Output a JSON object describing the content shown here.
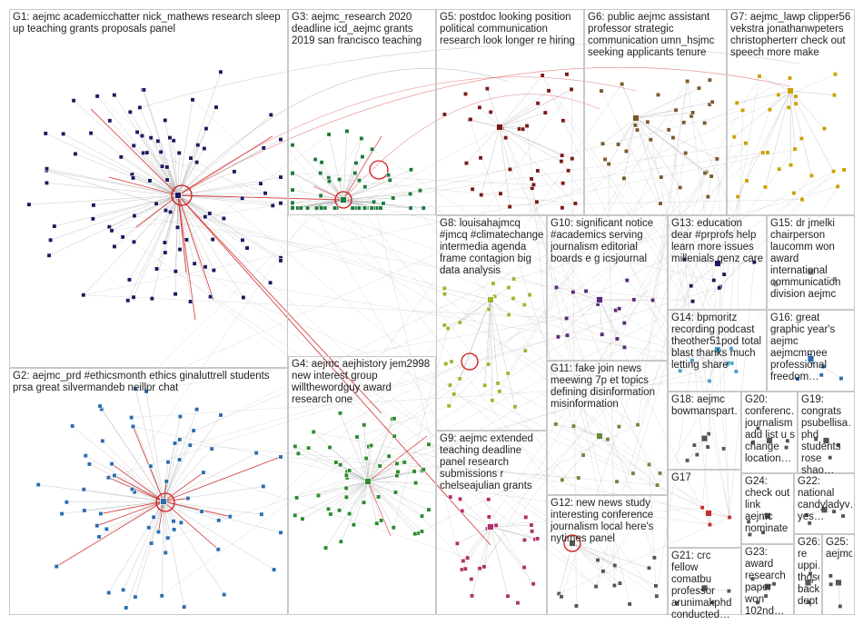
{
  "title": "",
  "groups": [
    {
      "id": "G1",
      "label": "G1: aejmc academicchatter nick_mathews research sleep up teaching grants proposals panel",
      "color": "#1a1a5e"
    },
    {
      "id": "G2",
      "label": "G2: aejmc_prd #ethicsmonth ethics ginaluttrell students prsa great silvermandeb neillpr chat",
      "color": "#2a6db0"
    },
    {
      "id": "G3",
      "label": "G3: aejmc_research 2020 deadline icd_aejmc grants 2019 san francisco teaching",
      "color": "#1e7a3a"
    },
    {
      "id": "G4",
      "label": "G4: aejmc aejhistory jem2998 new interest group willthewordguy award research one",
      "color": "#2e8b2e"
    },
    {
      "id": "G5",
      "label": "G5: postdoc looking position political communication research look longer re hiring",
      "color": "#7a1a1a"
    },
    {
      "id": "G6",
      "label": "G6: public aejmc assistant professor strategic communication umn_hsjmc seeking applicants tenure",
      "color": "#7a5a2a"
    },
    {
      "id": "G7",
      "label": "G7: aejmc_lawp clipper56 vekstra jonathanwpeters christopherterr check out speech more make",
      "color": "#c9a000"
    },
    {
      "id": "G8",
      "label": "G8: louisahajmcq #jmcq #climatechange intermedia agenda frame contagion big data analysis",
      "color": "#9ab832"
    },
    {
      "id": "G9",
      "label": "G9: aejmc extended teaching deadline panel research submissions r chelseajulian grants",
      "color": "#b0306e"
    },
    {
      "id": "G10",
      "label": "G10: significant notice #academics serving journalism editorial boards e g icsjournal",
      "color": "#5a2a7a"
    },
    {
      "id": "G11",
      "label": "G11: fake join news meewing 7p et topics defining disinformation misinformation",
      "color": "#6a8a3a"
    },
    {
      "id": "G12",
      "label": "G12: new news study interesting conference journalism local here's nytimes panel",
      "color": "#555555"
    },
    {
      "id": "G13",
      "label": "G13: education dear #prprofs help learn more issues millenials genz care",
      "color": "#1a1a5e"
    },
    {
      "id": "G14",
      "label": "G14: bpmoritz recording podcast theother51pod total blast thanks much letting share",
      "color": "#4aa0c8"
    },
    {
      "id": "G15",
      "label": "G15: dr jmelki chairperson laucomm won award international communication division aejmc",
      "color": "#888888"
    },
    {
      "id": "G16",
      "label": "G16: great graphic year's aejmc aejmcmmee professional freedom…",
      "color": "#2a6db0"
    },
    {
      "id": "G17",
      "label": "G17",
      "color": "#c03030"
    },
    {
      "id": "G18",
      "label": "G18: aejmc bowmanspart…",
      "color": "#555555"
    },
    {
      "id": "G19",
      "label": "G19: congrats psubellisa… phd students rose shao…",
      "color": "#555555"
    },
    {
      "id": "G20",
      "label": "G20: conferenc… journalism add list u s change location…",
      "color": "#555555"
    },
    {
      "id": "G21",
      "label": "G21: crc fellow comatbu professor arunimakphd conducted…",
      "color": "#555555"
    },
    {
      "id": "G22",
      "label": "G22: national candyladyv… yes…",
      "color": "#555555"
    },
    {
      "id": "G23",
      "label": "G23: award research paper won 102nd…",
      "color": "#555555"
    },
    {
      "id": "G24",
      "label": "G24: check out link aejmc nominate",
      "color": "#555555"
    },
    {
      "id": "G25",
      "label": "G25: aejmc",
      "color": "#555555"
    },
    {
      "id": "G26",
      "label": "G26: re uppi… those back dept…",
      "color": "#555555"
    }
  ]
}
